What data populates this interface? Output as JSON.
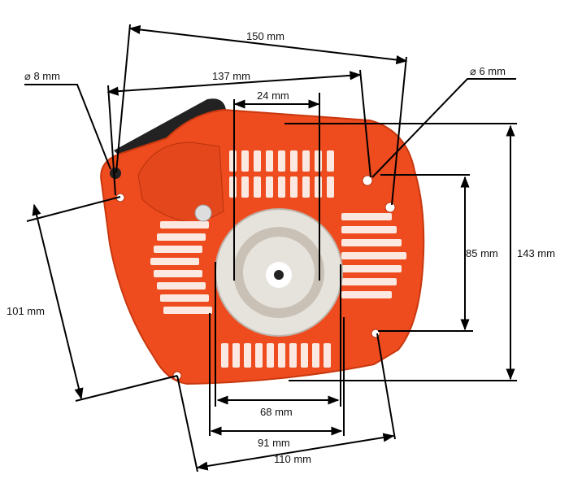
{
  "colors": {
    "body": "#ee4b1f",
    "body_dark": "#c8380f",
    "pulley": "#e6e2dc",
    "line": "#000000"
  },
  "dimensions": {
    "overall_width": "150 mm",
    "mount_width": "137 mm",
    "left_hole": "⌀ 8 mm",
    "right_hole": "⌀ 6 mm",
    "top_span": "24 mm",
    "right_hole_span": "85 mm",
    "overall_height": "143 mm",
    "left_diagonal": "101 mm",
    "inner_width": "68 mm",
    "pulley_width": "91 mm",
    "bottom_diagonal": "110 mm"
  }
}
